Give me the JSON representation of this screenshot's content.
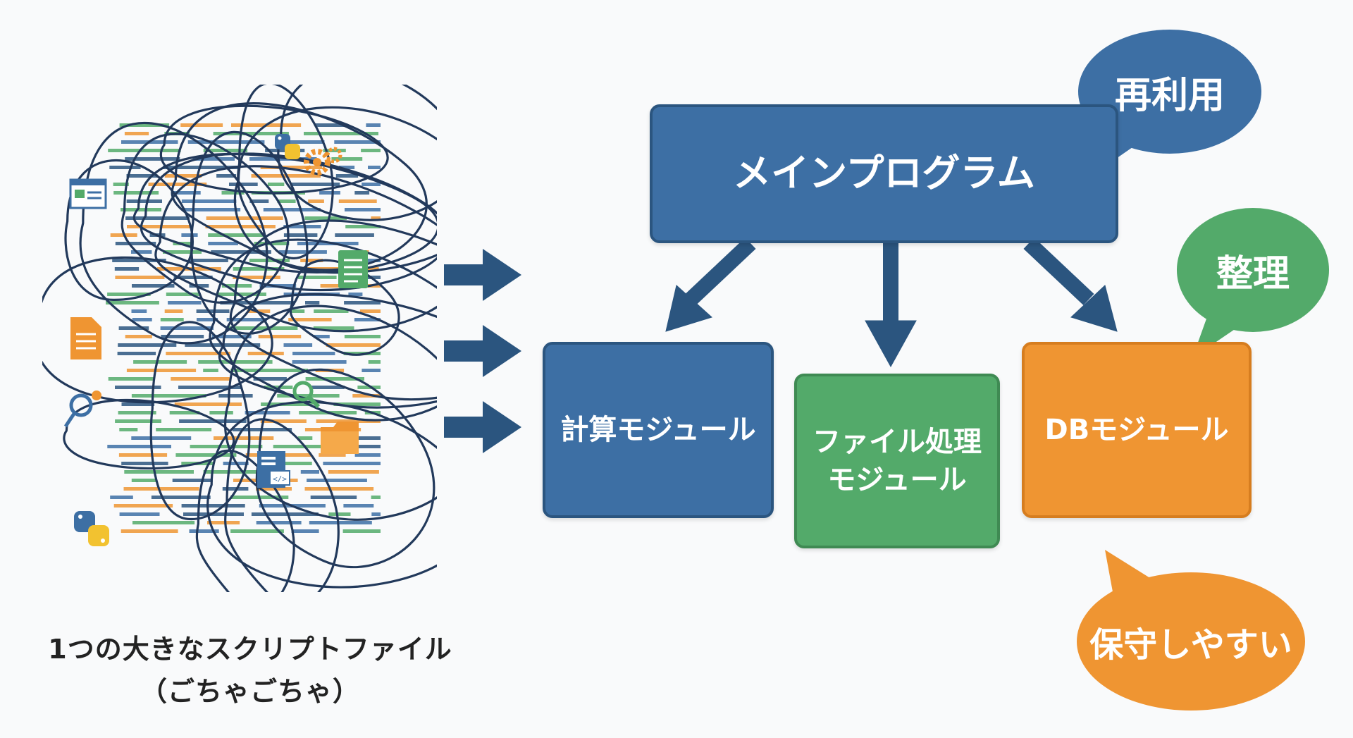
{
  "left": {
    "caption_line1": "1つの大きなスクリプトファイル",
    "caption_line2": "（ごちゃごちゃ）"
  },
  "modules": {
    "main": "メインプログラム",
    "calc": "計算モジュール",
    "file_line1": "ファイル処理",
    "file_line2": "モジュール",
    "db": "DBモジュール"
  },
  "bubbles": {
    "reuse": "再利用",
    "organize": "整理",
    "maintain": "保守しやすい"
  },
  "colors": {
    "blue": "#3d6fa4",
    "navy_arrow": "#2b557f",
    "green": "#53aa6a",
    "orange": "#ef9532",
    "tangle": "#22395b"
  },
  "icons": [
    "python-icon",
    "gear-icon",
    "window-icon",
    "document-icon",
    "bug-icon",
    "search-icon",
    "folder-icon",
    "code-file-icon"
  ]
}
